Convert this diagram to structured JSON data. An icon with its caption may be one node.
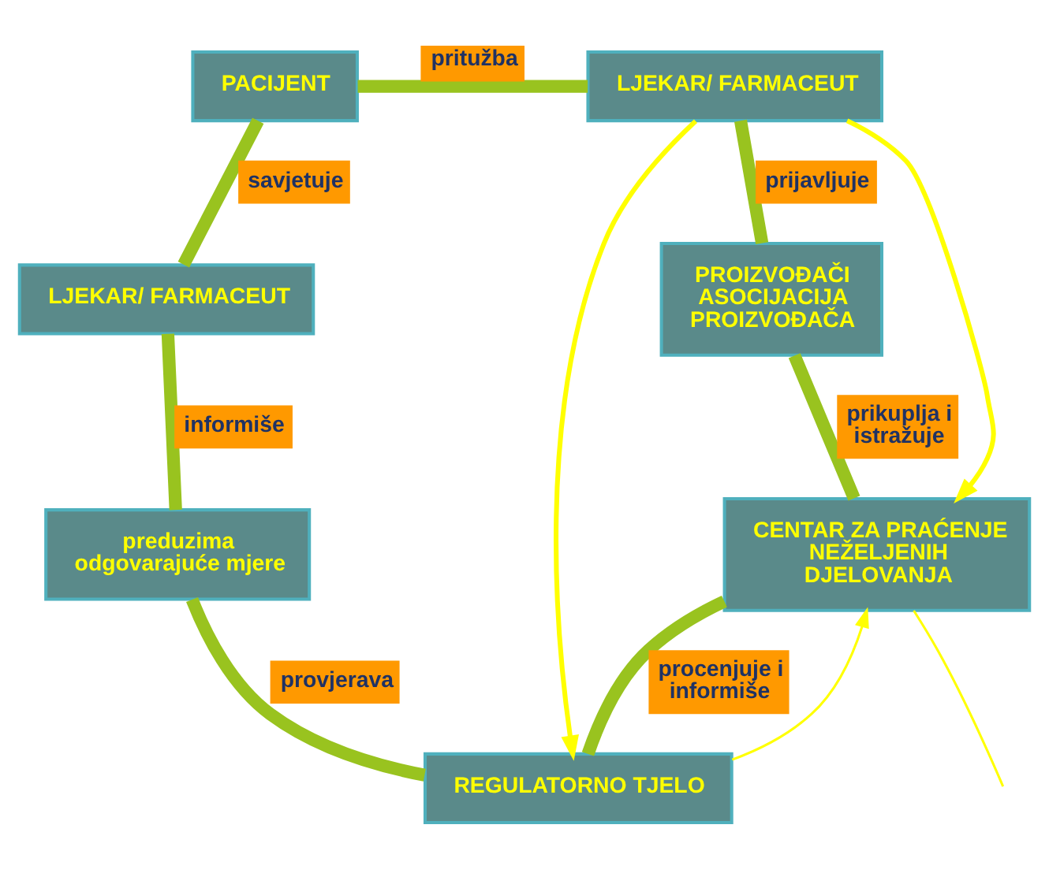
{
  "diagram": {
    "nodes": [
      {
        "text": [
          "PACIJENT"
        ]
      },
      {
        "text": [
          "LJEKAR/ FARMACEUT"
        ]
      },
      {
        "text": [
          "PROIZVOĐAČI ASOCIJACIJA PROIZVOĐAČA"
        ]
      },
      {
        "text": [
          "CENTAR ZA PRAĆENJE NEŽELJENIH DJELOVANJA"
        ]
      },
      {
        "text": [
          "REGULATORNO TJELO"
        ]
      },
      {
        "text": [
          "preduzima odgovarajuće mjere"
        ]
      },
      {
        "text": [
          "LJEKAR/ FARMACEUT"
        ]
      }
    ],
    "edges": [
      {
        "from": 0,
        "to": 1,
        "arrow": "none",
        "label": "pritužba"
      },
      {
        "from": 1,
        "to": 2,
        "arrow": "none",
        "label": "prijavljuje"
      },
      {
        "from": 2,
        "to": 3,
        "arrow": "none",
        "label": "prikuplja i istražuje"
      },
      {
        "from": 3,
        "to": 4,
        "arrow": "none",
        "label": "procenjuje i informiše"
      },
      {
        "from": 4,
        "to": 5,
        "arrow": "none",
        "label": "provjerava"
      },
      {
        "from": 5,
        "to": 6,
        "arrow": "none",
        "label": "informiše"
      },
      {
        "from": 6,
        "to": 0,
        "arrow": "none",
        "label": "savjetuje"
      },
      {
        "from": 1,
        "to": 4,
        "arrow": "to",
        "color": "#ffff00"
      },
      {
        "from": 1,
        "to": 3,
        "arrow": "to",
        "color": "#ffff00"
      },
      {
        "from": 4,
        "to": 3,
        "arrow": "to",
        "color": "#ffff00"
      },
      {
        "from": 3,
        "to": null,
        "arrow": "none",
        "color": "#ffff00"
      }
    ]
  }
}
